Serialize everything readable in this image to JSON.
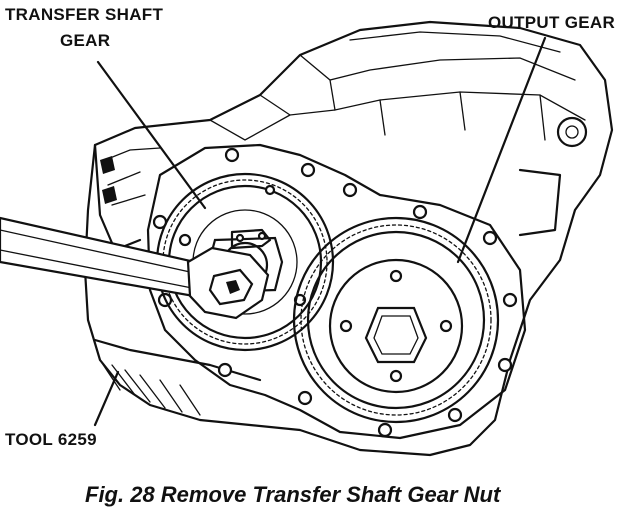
{
  "labels": {
    "transfer_shaft_gear_line1": "TRANSFER SHAFT",
    "transfer_shaft_gear_line2": "GEAR",
    "output_gear": "OUTPUT GEAR",
    "tool": "TOOL 6259"
  },
  "caption": "Fig. 28 Remove Transfer Shaft Gear Nut",
  "colors": {
    "ink": "#111111",
    "paper": "#ffffff"
  }
}
